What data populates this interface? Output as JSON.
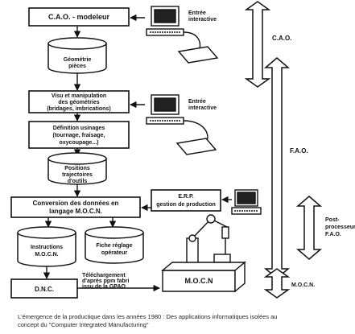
{
  "boxes": {
    "cao_modeleur": "C.A.O. - modeleur",
    "visu_line1": "Visu et manipulation",
    "visu_line2": "des géométries",
    "visu_line3": "(bridages, imbrications)",
    "def_line1": "Définition usinages",
    "def_line2": "(tournage, fraisage,",
    "def_line3": "oxycoupage...)",
    "conversion_line1": "Conversion des données en",
    "conversion_line2": "langage M.O.C.N.",
    "erp_line1": "E.R.P.",
    "erp_line2": "gestion de production",
    "dnc": "D.N.C.",
    "mocn_machine": "M.O.C.N"
  },
  "cylinders": {
    "geometrie_line1": "Géométrie",
    "geometrie_line2": "pièces",
    "positions_line1": "Positions",
    "positions_line2": "trajectoires",
    "positions_line3": "d'outils",
    "instructions_line1": "Instructions",
    "instructions_line2": "M.O.C.N.",
    "fiche_line1": "Fiche réglage",
    "fiche_line2": "opérateur"
  },
  "terminals": {
    "entree1_line1": "Entrée",
    "entree1_line2": "interactive",
    "entree2_line1": "Entrée",
    "entree2_line2": "interactive"
  },
  "download_label": {
    "line1": "Téléchargement",
    "line2": "d'après ppm fabri",
    "line3": "issu de la GPAO"
  },
  "scopes": {
    "cao": "C.A.O.",
    "fao": "F.A.O.",
    "post_line1": "Post-",
    "post_line2": "processeur",
    "post_line3": "F.A.O.",
    "mocn": "M.O.C.N."
  },
  "caption": {
    "line1": "L'émergence de la productique dans les années 1980 : Des applications informatiques isolées au",
    "line2": "concept du \"Computer Integrated Manufacturing\""
  }
}
